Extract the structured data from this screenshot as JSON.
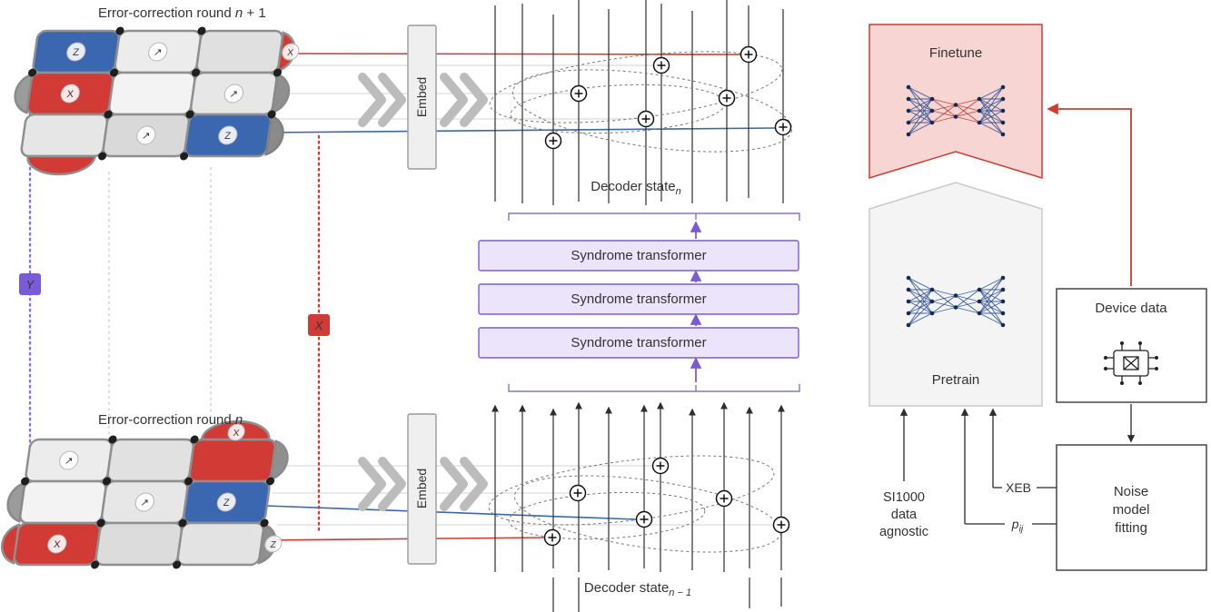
{
  "colors": {
    "accent_red": "#cf3a32",
    "accent_blue": "#3a67b0",
    "accent_purple": "#7a5bd6",
    "transformer_fill": "#ebe4fa",
    "finetune_fill": "#f6d5d2",
    "pretrain_fill": "#f4f4f4"
  },
  "left": {
    "round_top": {
      "prefix": "Error-correction round ",
      "var": "n",
      "suffix": " + 1"
    },
    "round_bottom": {
      "prefix": "Error-correction round ",
      "var": "n"
    },
    "embed_top": "Embed",
    "embed_bottom": "Embed",
    "y_label": "Y",
    "x_label": "X"
  },
  "code_symbols": {
    "z": "Z",
    "x": "X",
    "arrow": "↗"
  },
  "decoder": {
    "top_label": "Decoder state",
    "top_sub": "n",
    "bottom_label": "Decoder state",
    "bottom_sub": "n − 1"
  },
  "transformers": [
    "Syndrome transformer",
    "Syndrome transformer",
    "Syndrome transformer"
  ],
  "pipeline": {
    "finetune": "Finetune",
    "pretrain": "Pretrain",
    "device_data": "Device data",
    "noise_model_lines": [
      "Noise",
      "model",
      "fitting"
    ],
    "si1000_lines": [
      "SI1000",
      "data",
      "agnostic"
    ],
    "xeb": "XEB",
    "pij_base": "p",
    "pij_sub": "ij"
  }
}
